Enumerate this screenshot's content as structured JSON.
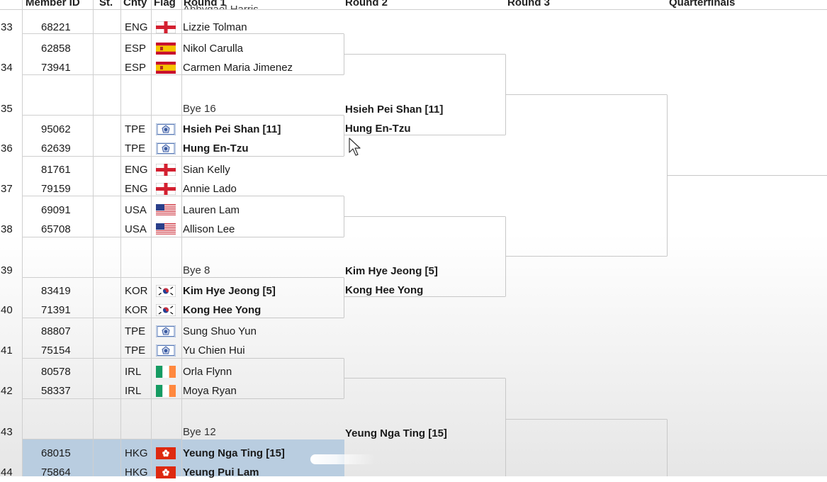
{
  "headers": {
    "member_id": "Member ID",
    "st": "St.",
    "cnty": "Cnty",
    "flag": "Flag",
    "round1": "Round 1",
    "round2": "Round 2",
    "round3": "Round 3",
    "quarterfinals": "Quarterfinals"
  },
  "top_partial_name": "Abbygael Harris",
  "rows": [
    {
      "num": "33",
      "id": "68221",
      "cnty": "ENG",
      "flag": "england-flag",
      "name": "Lizzie Tolman",
      "bold": false
    },
    {
      "num": "",
      "id": "62858",
      "cnty": "ESP",
      "flag": "spain-flag",
      "name": "Nikol Carulla",
      "bold": false
    },
    {
      "num": "34",
      "id": "73941",
      "cnty": "ESP",
      "flag": "spain-flag",
      "name": "Carmen Maria Jimenez",
      "bold": false
    },
    {
      "num": "35",
      "id": "",
      "cnty": "",
      "flag": "",
      "name": "Bye 16",
      "bold": false,
      "bye": true
    },
    {
      "num": "",
      "id": "95062",
      "cnty": "TPE",
      "flag": "chinese-taipei-flag",
      "name": "Hsieh Pei Shan [11]",
      "bold": true
    },
    {
      "num": "36",
      "id": "62639",
      "cnty": "TPE",
      "flag": "chinese-taipei-flag",
      "name": "Hung En-Tzu",
      "bold": true
    },
    {
      "num": "",
      "id": "81761",
      "cnty": "ENG",
      "flag": "england-flag",
      "name": "Sian Kelly",
      "bold": false
    },
    {
      "num": "37",
      "id": "79159",
      "cnty": "ENG",
      "flag": "england-flag",
      "name": "Annie Lado",
      "bold": false
    },
    {
      "num": "",
      "id": "69091",
      "cnty": "USA",
      "flag": "usa-flag",
      "name": "Lauren Lam",
      "bold": false
    },
    {
      "num": "38",
      "id": "65708",
      "cnty": "USA",
      "flag": "usa-flag",
      "name": "Allison Lee",
      "bold": false
    },
    {
      "num": "39",
      "id": "",
      "cnty": "",
      "flag": "",
      "name": "Bye 8",
      "bold": false,
      "bye": true
    },
    {
      "num": "",
      "id": "83419",
      "cnty": "KOR",
      "flag": "korea-flag",
      "name": "Kim Hye Jeong [5]",
      "bold": true
    },
    {
      "num": "40",
      "id": "71391",
      "cnty": "KOR",
      "flag": "korea-flag",
      "name": "Kong Hee Yong",
      "bold": true
    },
    {
      "num": "",
      "id": "88807",
      "cnty": "TPE",
      "flag": "chinese-taipei-flag",
      "name": "Sung Shuo Yun",
      "bold": false
    },
    {
      "num": "41",
      "id": "75154",
      "cnty": "TPE",
      "flag": "chinese-taipei-flag",
      "name": "Yu Chien Hui",
      "bold": false
    },
    {
      "num": "",
      "id": "80578",
      "cnty": "IRL",
      "flag": "ireland-flag",
      "name": "Orla Flynn",
      "bold": false
    },
    {
      "num": "42",
      "id": "58337",
      "cnty": "IRL",
      "flag": "ireland-flag",
      "name": "Moya Ryan",
      "bold": false
    },
    {
      "num": "43",
      "id": "",
      "cnty": "",
      "flag": "",
      "name": "Bye 12",
      "bold": false,
      "bye": true
    },
    {
      "num": "",
      "id": "68015",
      "cnty": "HKG",
      "flag": "hong-kong-flag",
      "name": "Yeung Nga Ting [15]",
      "bold": true
    },
    {
      "num": "44",
      "id": "75864",
      "cnty": "HKG",
      "flag": "hong-kong-flag",
      "name": "Yeung Pui Lam",
      "bold": true
    }
  ],
  "round2": [
    {
      "name": "Hsieh Pei Shan [11]"
    },
    {
      "name": "Hung En-Tzu"
    },
    {
      "name": "Kim Hye Jeong [5]"
    },
    {
      "name": "Kong Hee Yong"
    },
    {
      "name": "Yeung Nga Ting [15]"
    }
  ],
  "colors": {
    "grid": "#cfcfcf",
    "bracket": "#c8c8c8",
    "selected_row": "#b9cde0"
  }
}
